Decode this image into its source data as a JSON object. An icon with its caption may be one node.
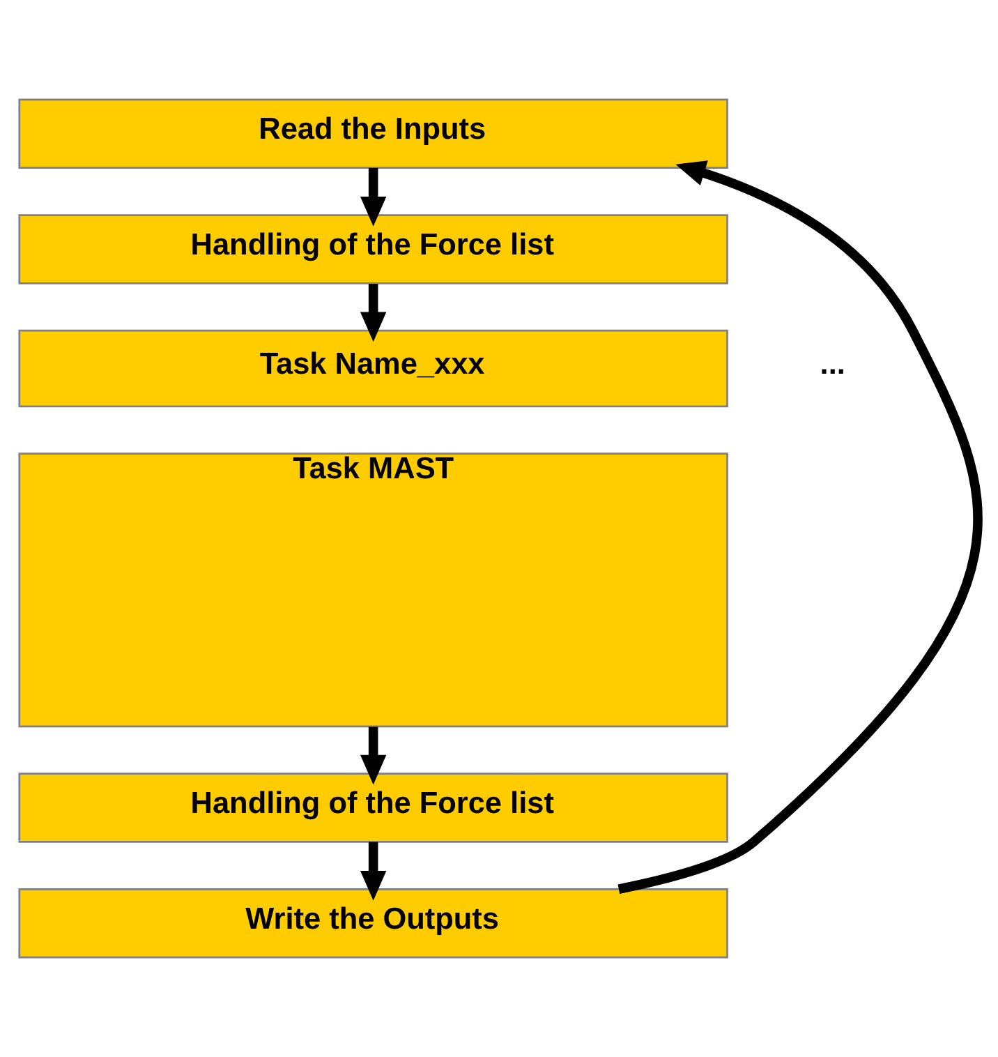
{
  "diagram": {
    "nodes": [
      {
        "text": [
          "Read the Inputs"
        ]
      },
      {
        "text": [
          "Handling of the Force list"
        ]
      },
      {
        "text": [
          "Task Name_xxx"
        ]
      },
      {
        "text": [
          "Task MAST"
        ]
      },
      {
        "text": [
          "Handling of the Force list"
        ]
      },
      {
        "text": [
          "Write the Outputs"
        ]
      }
    ],
    "edges": [
      {
        "from": 0,
        "to": 1,
        "arrow": "to"
      },
      {
        "from": 1,
        "to": 2,
        "arrow": "to"
      },
      {
        "from": 3,
        "to": 4,
        "arrow": "to"
      },
      {
        "from": 4,
        "to": 5,
        "arrow": "to"
      },
      {
        "from": 5,
        "to": 0,
        "arrow": "to"
      }
    ],
    "labels": [
      "..."
    ]
  }
}
